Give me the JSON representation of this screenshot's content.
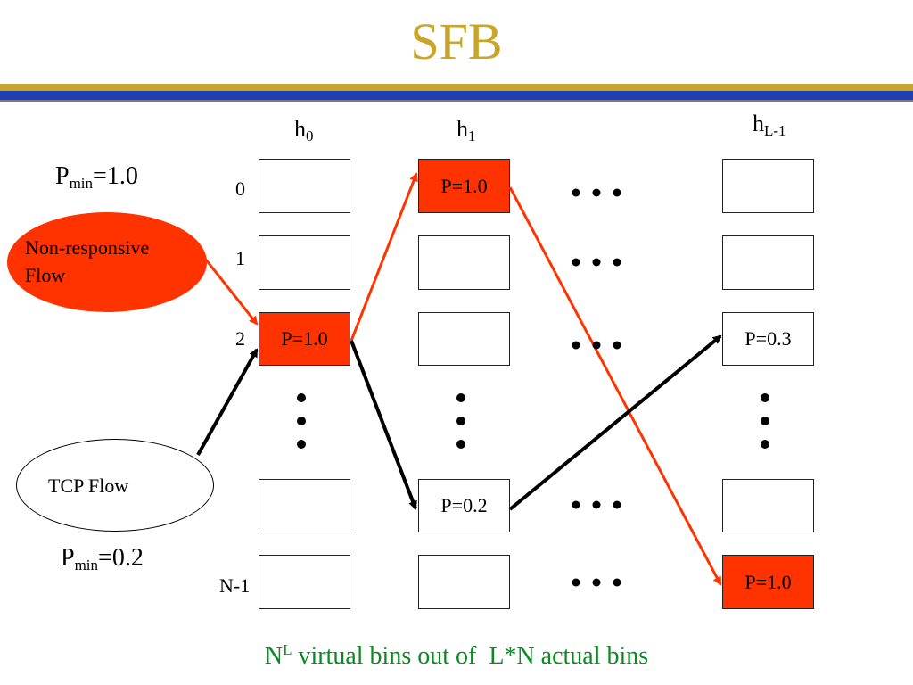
{
  "title": "SFB",
  "columns": {
    "h0": {
      "base": "h",
      "sub": "0"
    },
    "h1": {
      "base": "h",
      "sub": "1"
    },
    "hL": {
      "base": "h",
      "sub": "L-1"
    }
  },
  "rows": {
    "r0": "0",
    "r1": "1",
    "r2": "2",
    "rN": "N-1"
  },
  "bins": {
    "h0_r2": "P=1.0",
    "h1_r0": "P=1.0",
    "h1_r4": "P=0.2",
    "hL_r2": "P=0.3",
    "hL_r5": "P=1.0"
  },
  "flows": {
    "nonresponsive": {
      "line1": "Non-responsive",
      "line2": "Flow",
      "pmin_prefix": "P",
      "pmin_sub": "min",
      "pmin_value": "=1.0"
    },
    "tcp": {
      "label": "TCP Flow",
      "pmin_prefix": "P",
      "pmin_sub": "min",
      "pmin_value": "=0.2"
    }
  },
  "caption": {
    "pre": "N",
    "sup": "L",
    "post": " virtual bins out of  L*N actual bins"
  },
  "colors": {
    "title": "#C9A62B",
    "bar_gold": "#C9A62B",
    "bar_blue": "#1F3FB5",
    "hot_bin": "#FF3300",
    "red_arrow": "#FF3300",
    "black_arrow": "#000000",
    "caption": "#0A8A22"
  }
}
